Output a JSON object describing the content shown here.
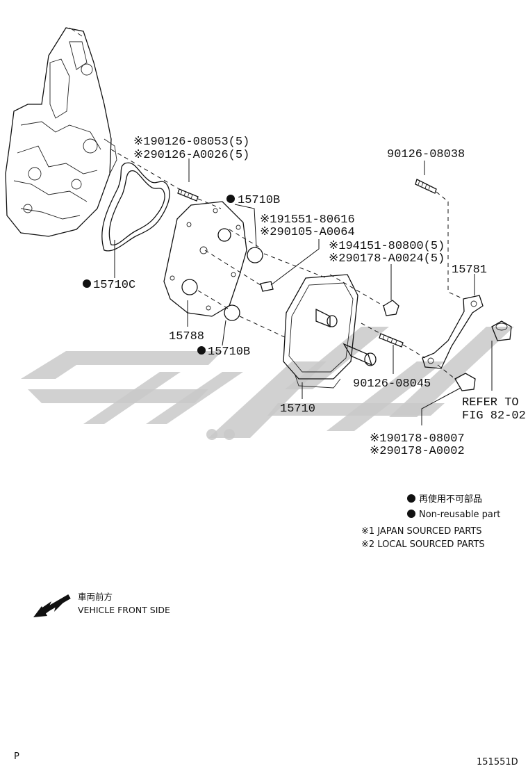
{
  "callouts": {
    "bolt_top_j": "※190126-08053(5)",
    "bolt_top_l": "※290126-A0026(5)",
    "stud_right": "90126-08038",
    "gasket_b_top": "15710B",
    "plug_j": "※191551-80616",
    "plug_l": "※290105-A0064",
    "nut_j": "※194151-80800(5)",
    "nut_l": "※290178-A0024(5)",
    "bracket": "15781",
    "gasket_c": "15710C",
    "plate": "15788",
    "gasket_b_bottom": "15710B",
    "stud_bottom": "90126-08045",
    "cooler": "15710",
    "refer_1": "REFER TO",
    "refer_2": "FIG 82-02",
    "nut_bottom_j": "※190178-08007",
    "nut_bottom_l": "※290178-A0002"
  },
  "legend": {
    "reuse_jp": "再使用不可部品",
    "reuse_en": "Non-reusable part",
    "japan": "※1 JAPAN SOURCED PARTS",
    "local": "※2 LOCAL SOURCED PARTS"
  },
  "direction": {
    "jp": "車両前方",
    "en": "VEHICLE FRONT SIDE"
  },
  "footer": {
    "left": "P",
    "right": "151551D"
  },
  "colors": {
    "line": "#111111",
    "watermark": "#c9c9c9"
  }
}
